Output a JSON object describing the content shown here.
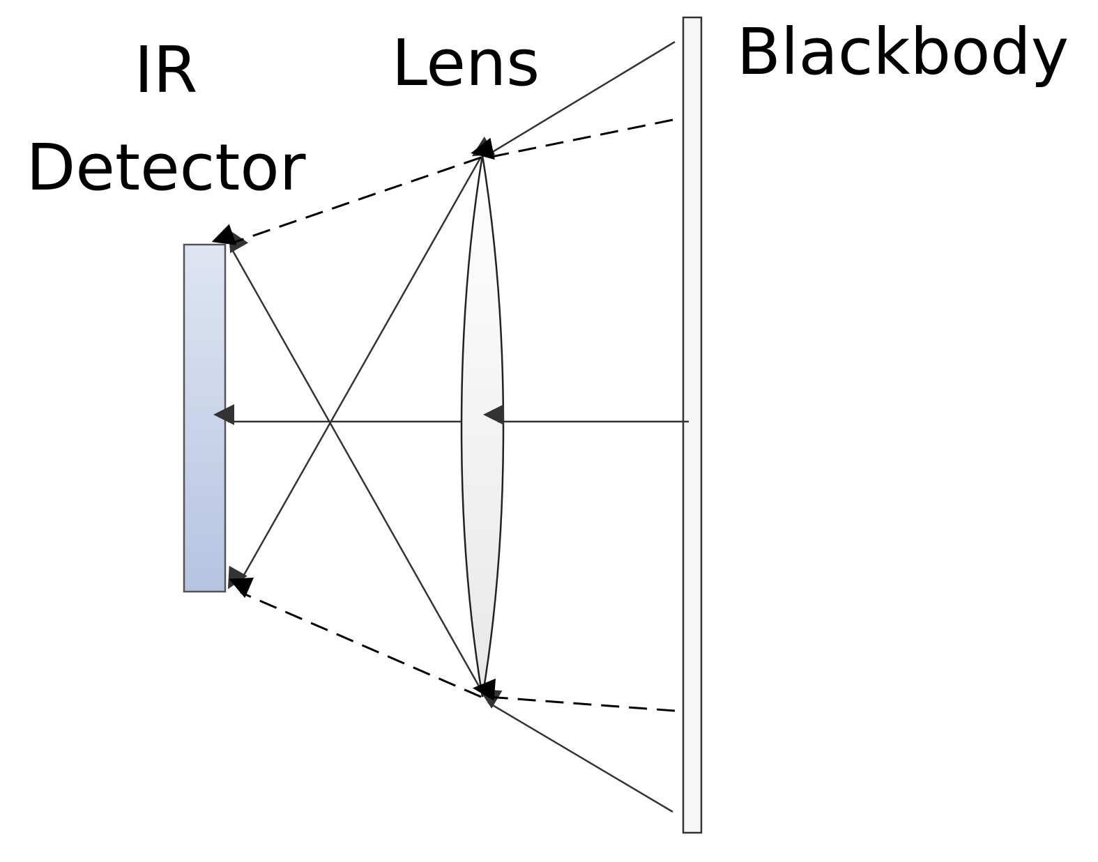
{
  "labels": {
    "ir": "IR",
    "detector": "Detector",
    "lens": "Lens",
    "blackbody": "Blackbody"
  },
  "colors": {
    "detector_top": "#dfe5f2",
    "detector_bottom": "#b6c4e2",
    "line": "#333333",
    "dashed": "#000000",
    "lens_fill": "#f3f3f3",
    "blackbody_fill": "#f6f6f6"
  }
}
